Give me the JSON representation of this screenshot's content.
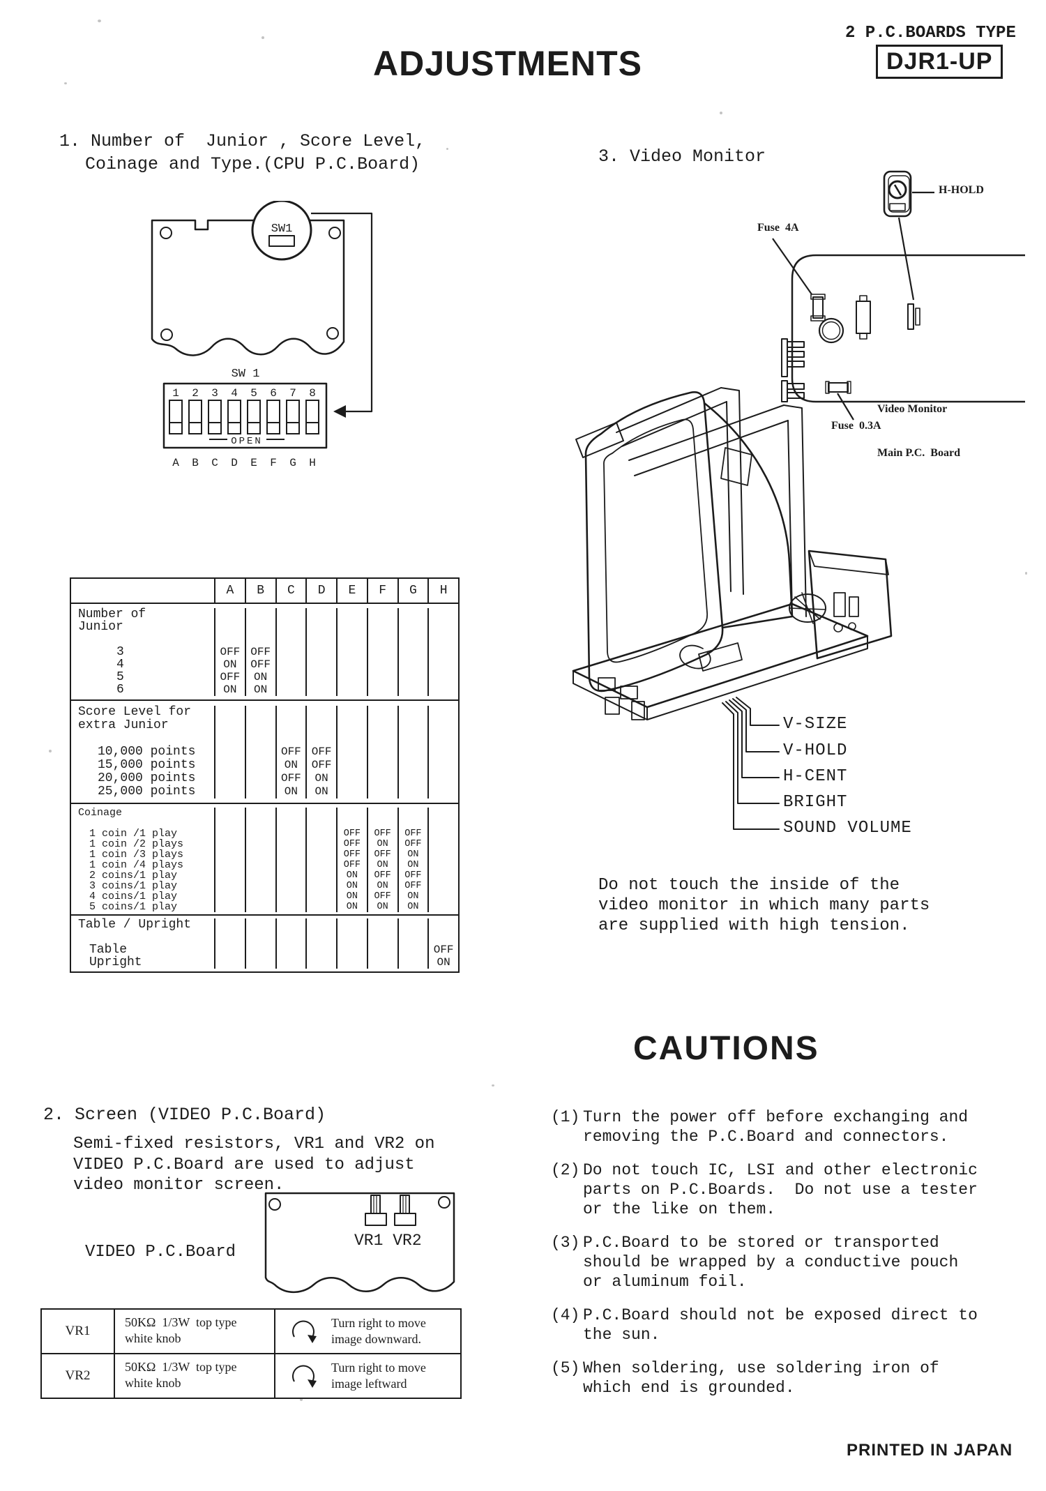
{
  "header": {
    "boards_type": "2 P.C.BOARDS TYPE",
    "model": "DJR1-UP",
    "title": "ADJUSTMENTS"
  },
  "section1": {
    "heading_lines": [
      "1. Number of  Junior , Score Level,",
      "Coinage and Type.(CPU P.C.Board)"
    ],
    "diagram": {
      "sw1_circle": "SW1",
      "sw1_label": "SW 1",
      "open": "OPEN",
      "numbers": [
        "1",
        "2",
        "3",
        "4",
        "5",
        "6",
        "7",
        "8"
      ],
      "letters": [
        "A",
        "B",
        "C",
        "D",
        "E",
        "F",
        "G",
        "H"
      ]
    }
  },
  "dip_table": {
    "columns": [
      "A",
      "B",
      "C",
      "D",
      "E",
      "F",
      "G",
      "H"
    ],
    "groups": [
      {
        "header_lines": [
          "Number of",
          "Junior",
          ""
        ],
        "rows": [
          {
            "label": "3",
            "cells": [
              "OFF",
              "OFF",
              "",
              "",
              "",
              "",
              "",
              ""
            ]
          },
          {
            "label": "4",
            "cells": [
              "ON",
              "OFF",
              "",
              "",
              "",
              "",
              "",
              ""
            ]
          },
          {
            "label": "5",
            "cells": [
              "OFF",
              "ON",
              "",
              "",
              "",
              "",
              "",
              ""
            ]
          },
          {
            "label": "6",
            "cells": [
              "ON",
              "ON",
              "",
              "",
              "",
              "",
              "",
              ""
            ]
          }
        ]
      },
      {
        "header_lines": [
          "Score Level for",
          "extra Junior",
          ""
        ],
        "rows": [
          {
            "label": "10,000 points",
            "cells": [
              "",
              "",
              "OFF",
              "OFF",
              "",
              "",
              "",
              ""
            ]
          },
          {
            "label": "15,000 points",
            "cells": [
              "",
              "",
              "ON",
              "OFF",
              "",
              "",
              "",
              ""
            ]
          },
          {
            "label": "20,000 points",
            "cells": [
              "",
              "",
              "OFF",
              "ON",
              "",
              "",
              "",
              ""
            ]
          },
          {
            "label": "25,000 points",
            "cells": [
              "",
              "",
              "ON",
              "ON",
              "",
              "",
              "",
              ""
            ]
          }
        ]
      },
      {
        "header_lines": [
          "Coinage",
          ""
        ],
        "rows": [
          {
            "label": "1 coin /1 play",
            "cells": [
              "",
              "",
              "",
              "",
              "OFF",
              "OFF",
              "OFF",
              ""
            ]
          },
          {
            "label": "1 coin /2 plays",
            "cells": [
              "",
              "",
              "",
              "",
              "OFF",
              "ON",
              "OFF",
              ""
            ]
          },
          {
            "label": "1 coin /3 plays",
            "cells": [
              "",
              "",
              "",
              "",
              "OFF",
              "OFF",
              "ON",
              ""
            ]
          },
          {
            "label": "1 coin /4 plays",
            "cells": [
              "",
              "",
              "",
              "",
              "OFF",
              "ON",
              "ON",
              ""
            ]
          },
          {
            "label": "2 coins/1 play",
            "cells": [
              "",
              "",
              "",
              "",
              "ON",
              "OFF",
              "OFF",
              ""
            ]
          },
          {
            "label": "3 coins/1 play",
            "cells": [
              "",
              "",
              "",
              "",
              "ON",
              "ON",
              "OFF",
              ""
            ]
          },
          {
            "label": "4 coins/1 play",
            "cells": [
              "",
              "",
              "",
              "",
              "ON",
              "OFF",
              "ON",
              ""
            ]
          },
          {
            "label": "5 coins/1 play",
            "cells": [
              "",
              "",
              "",
              "",
              "ON",
              "ON",
              "ON",
              ""
            ]
          }
        ]
      },
      {
        "header_lines": [
          "Table / Upright",
          ""
        ],
        "rows": [
          {
            "label": "Table",
            "cells": [
              "",
              "",
              "",
              "",
              "",
              "",
              "",
              "OFF"
            ]
          },
          {
            "label": "Upright",
            "cells": [
              "",
              "",
              "",
              "",
              "",
              "",
              "",
              "ON"
            ]
          }
        ]
      }
    ]
  },
  "section2": {
    "heading": "2. Screen (VIDEO P.C.Board)",
    "body_lines": [
      "Semi-fixed resistors, VR1 and VR2 on",
      "VIDEO P.C.Board are used to adjust",
      "video monitor screen."
    ],
    "board_label": "VIDEO P.C.Board",
    "vr_caption": "VR1 VR2"
  },
  "vr_table": {
    "rows": [
      {
        "name": "VR1",
        "spec_lines": [
          "50KΩ  1/3W  top type",
          "white knob"
        ],
        "action_lines": [
          "Turn right to move",
          "image downward."
        ]
      },
      {
        "name": "VR2",
        "spec_lines": [
          "50KΩ  1/3W  top type",
          "white knob"
        ],
        "action_lines": [
          "Turn right to move",
          "image leftward"
        ]
      }
    ]
  },
  "section3": {
    "heading": "3. Video Monitor",
    "labels": {
      "h_hold": "H-HOLD",
      "fuse_4a": "Fuse  4A",
      "fuse_03a": "Fuse  0.3A",
      "board_lines": [
        "Video Monitor",
        "Main P.C.  Board"
      ],
      "adjusters": [
        "V-SIZE",
        "V-HOLD",
        "H-CENT",
        "BRIGHT",
        "SOUND VOLUME"
      ]
    },
    "warning_lines": [
      "Do not touch the inside of the",
      "video monitor in which many parts",
      "are supplied with high tension."
    ]
  },
  "cautions": {
    "title": "CAUTIONS",
    "items": [
      {
        "num": "(1)",
        "lines": [
          "Turn the power off before exchanging and",
          "removing the P.C.Board and connectors."
        ]
      },
      {
        "num": "(2)",
        "lines": [
          "Do not touch IC, LSI and other electronic",
          "parts on P.C.Boards.  Do not use a tester",
          "or the like on them."
        ]
      },
      {
        "num": "(3)",
        "lines": [
          "P.C.Board to be stored or transported",
          "should be wrapped by a conductive pouch",
          "or aluminum foil."
        ]
      },
      {
        "num": "(4)",
        "lines": [
          "P.C.Board should not be exposed direct to",
          "the sun."
        ]
      },
      {
        "num": "(5)",
        "lines": [
          "When soldering, use soldering iron of",
          "which end is grounded."
        ]
      }
    ]
  },
  "footer": {
    "printed_in": "PRINTED IN JAPAN"
  },
  "colors": {
    "ink": "#1c1c1c",
    "paper": "#ffffff"
  }
}
